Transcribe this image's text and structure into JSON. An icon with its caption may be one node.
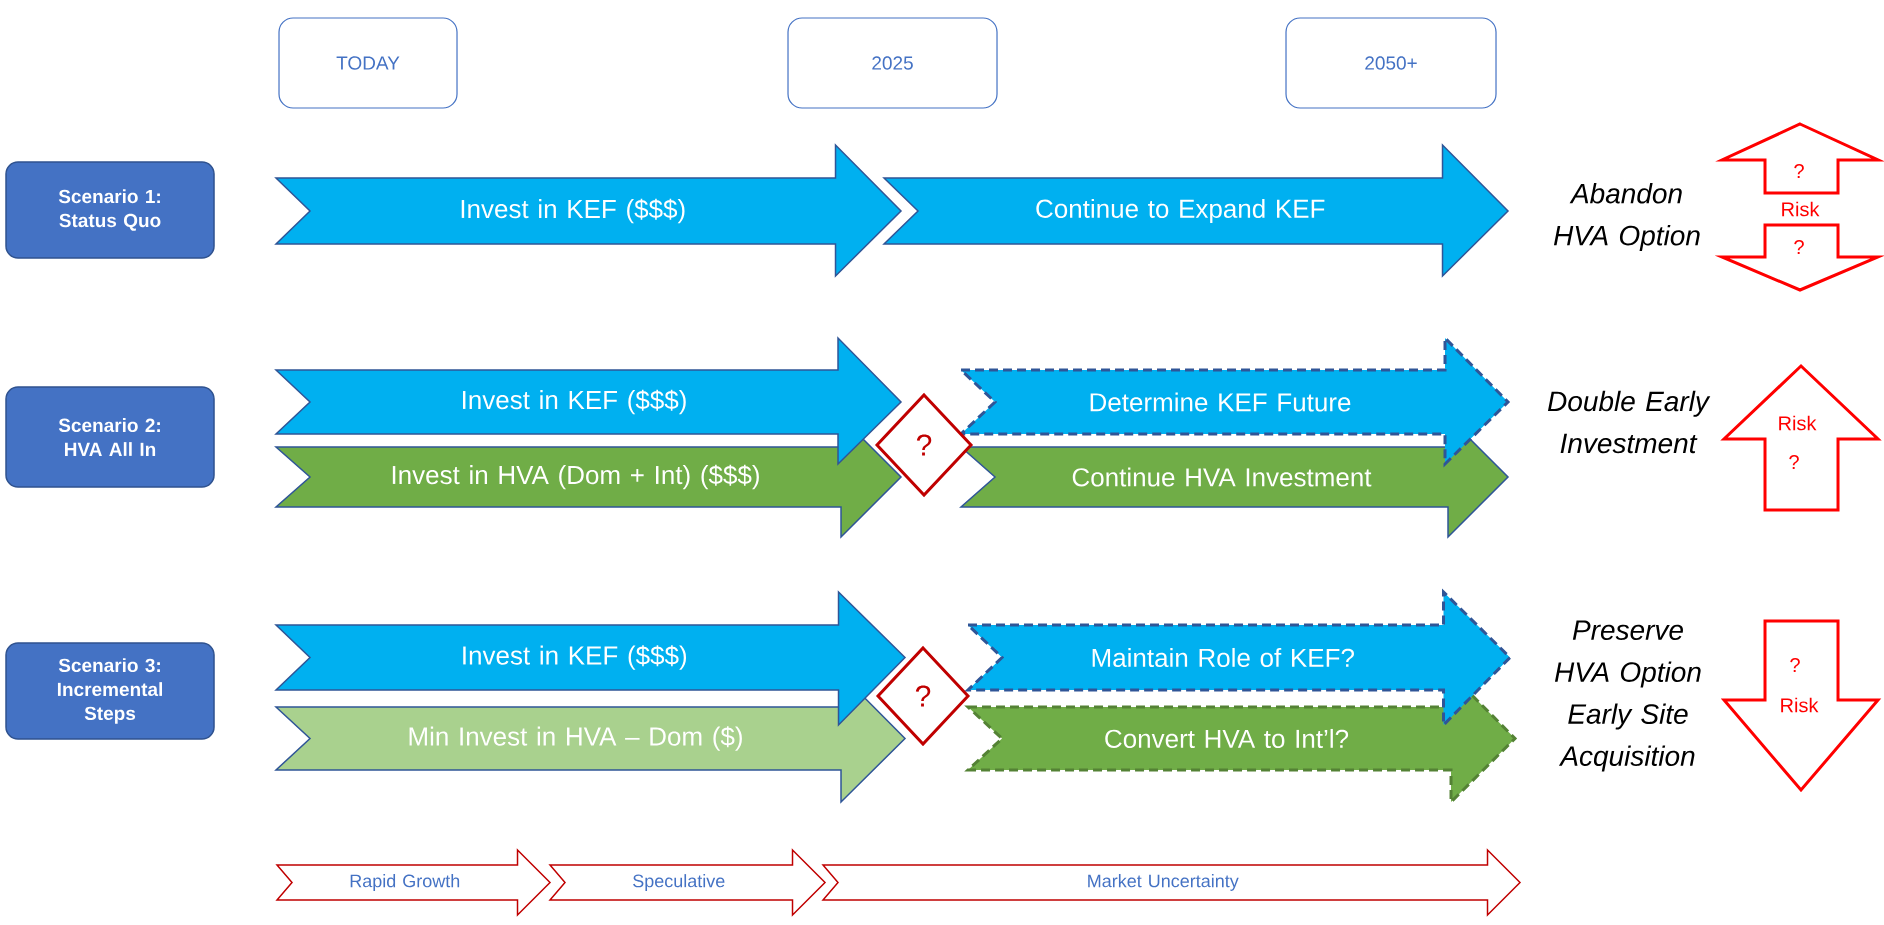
{
  "diagram": {
    "nodes": [
      {
        "text": [
          "TODAY"
        ]
      },
      {
        "text": [
          "2025"
        ]
      },
      {
        "text": [
          "2050+"
        ]
      },
      {
        "text": [
          "Scenario 1: Status Quo"
        ]
      },
      {
        "text": [
          "Invest in KEF ($$$)"
        ]
      },
      {
        "text": [
          "Continue to Expand KEF"
        ]
      },
      {
        "text": [
          "?",
          "Risk",
          "?"
        ]
      },
      {
        "text": [
          "Scenario 2: HVA All In"
        ]
      },
      {
        "text": [
          "Invest in KEF ($$$)"
        ]
      },
      {
        "text": [
          "Invest in HVA (Dom + Int) ($$$)"
        ]
      },
      {
        "text": [
          "?"
        ]
      },
      {
        "text": [
          "Determine KEF Future"
        ]
      },
      {
        "text": [
          "Continue HVA Investment"
        ]
      },
      {
        "text": [
          "Risk",
          "?"
        ]
      },
      {
        "text": [
          "Scenario 3: Incremental Steps"
        ]
      },
      {
        "text": [
          "Invest in KEF ($$$)"
        ]
      },
      {
        "text": [
          "Min Invest in HVA – Dom ($)"
        ]
      },
      {
        "text": [
          "?"
        ]
      },
      {
        "text": [
          "Maintain Role of KEF?"
        ]
      },
      {
        "text": [
          "Convert HVA to Int’l?"
        ]
      },
      {
        "text": [
          "?",
          "Risk"
        ]
      },
      {
        "text": [
          "Rapid Growth"
        ]
      },
      {
        "text": [
          "Speculative"
        ]
      },
      {
        "text": [
          "Market Uncertainty"
        ]
      }
    ],
    "labels": [
      "Abandon HVA Option",
      "Double Early Investment",
      "Preserve HVA Option Early Site Acquisition"
    ]
  }
}
